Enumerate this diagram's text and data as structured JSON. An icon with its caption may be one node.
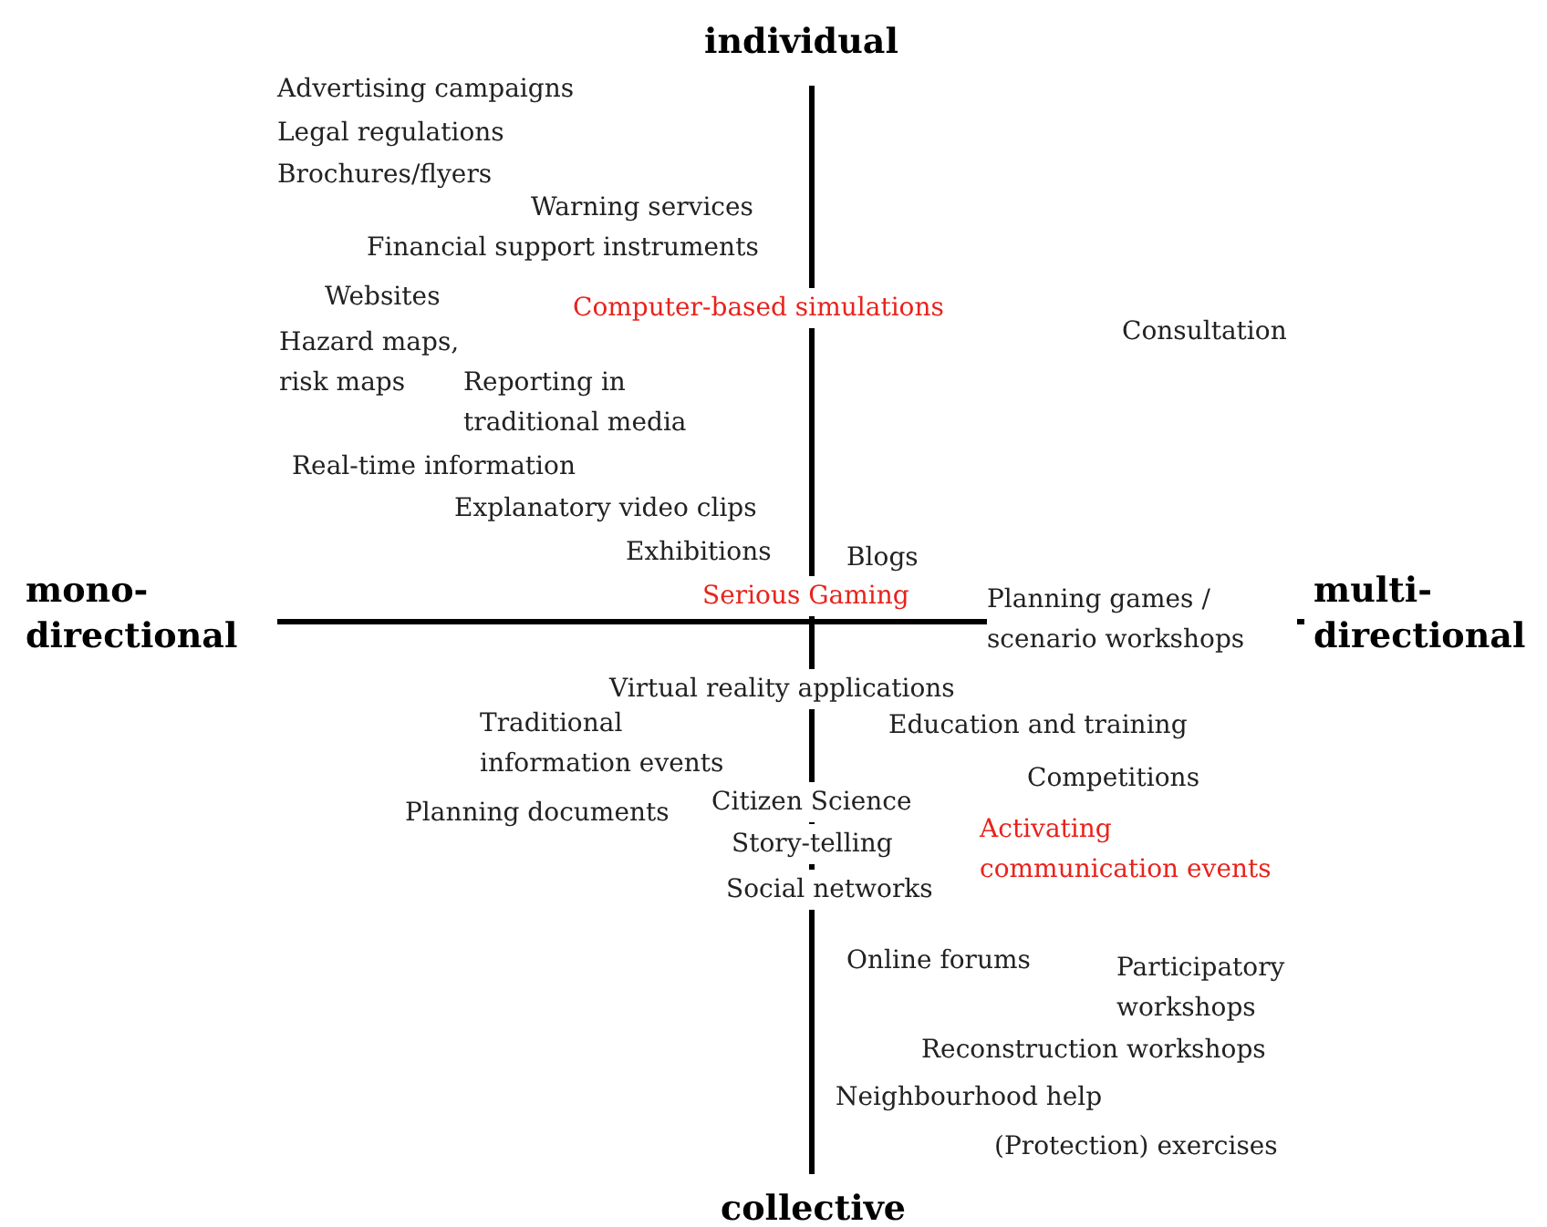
{
  "diagram": {
    "labels": [
      "individual",
      "Advertising campaigns",
      "Legal regulations",
      "Brochures/flyers",
      "Warning services",
      "Financial support instruments",
      "Websites",
      "Computer-based simulations",
      "Consultation",
      "Hazard maps, risk maps",
      "Reporting in traditional media",
      "Real-time information",
      "Explanatory video clips",
      "Exhibitions",
      "Blogs",
      "mono-directional",
      "Serious Gaming",
      "Planning games / scenario workshops",
      "multi-directional",
      "Virtual reality applications",
      "Traditional information events",
      "Education and training",
      "Competitions",
      "Planning documents",
      "Citizen Science",
      "Activating communication events",
      "Story-telling",
      "Social networks",
      "Online forums",
      "Participatory workshops",
      "Reconstruction workshops",
      "Neighbourhood help",
      "(Protection) exercises",
      "collective"
    ]
  }
}
